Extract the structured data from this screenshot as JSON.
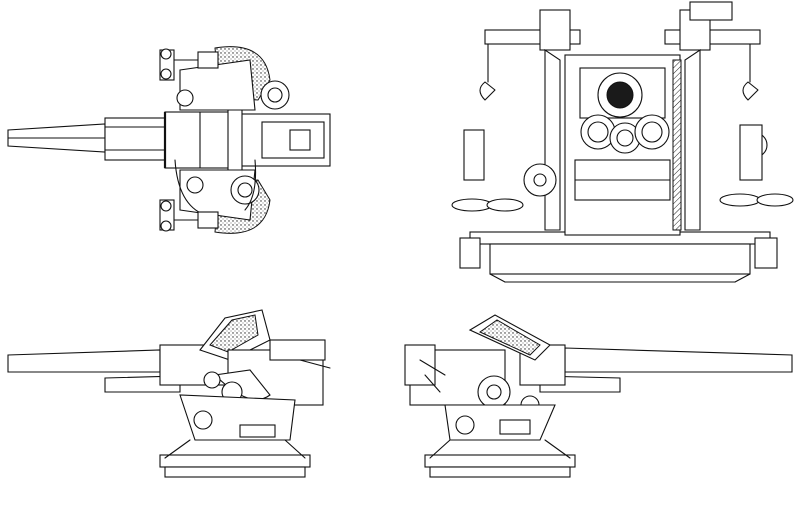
{
  "drawing": {
    "views": [
      {
        "id": "plan",
        "view": "top"
      },
      {
        "id": "front",
        "view": "rear-elevation"
      },
      {
        "id": "side-left",
        "view": "left-elevation"
      },
      {
        "id": "side-right",
        "view": "right-elevation"
      }
    ],
    "colors": {
      "line": "#111111",
      "paper": "#ffffff"
    }
  }
}
